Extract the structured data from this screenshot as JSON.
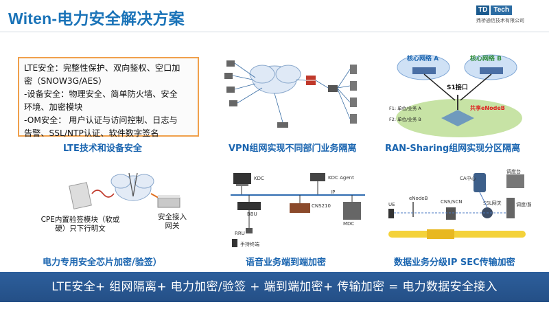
{
  "header": {
    "title": "Witen-电力安全解决方案",
    "logo_td": "TD",
    "logo_tech": "Tech",
    "logo_sub": "鼎桥通信技术有限公司"
  },
  "lte_box": {
    "lines": [
      "LTE安全：完整性保护、双向鉴权、空口加",
      "密（SNOW3G/AES）",
      "-设备安全：物理安全、简单防火墙、安全",
      "环境、加密模块",
      "-OM安全： 用户认证与访问控制、日志与",
      "告警、SSL/NTP认证、软件数字签名"
    ]
  },
  "captions": {
    "lte": "LTE技术和设备安全",
    "vpn": "VPN组网实现不同部门业务隔离",
    "ran": "RAN-Sharing组网实现分区隔离",
    "chip": "电力专用安全芯片加密/验签）",
    "voice": "语音业务端到端加密",
    "ipsec": "数据业务分级IP SEC传输加密"
  },
  "ran_diagram": {
    "core_a": "核心网络 A",
    "core_b": "核心网络 B",
    "s1": "S1接口",
    "f1": "F1: 单位/业务 A",
    "f2": "F2: 单位/业务 B",
    "enodeb": "共享eNodeB"
  },
  "chip_diagram": {
    "cpe_label": "CPE内置验签模块（软或硬）只下行明文",
    "gateway_label": "安全接入网关"
  },
  "voice_diagram": {
    "kdc": "KDC",
    "kdc_agent": "KDC Agent",
    "ip": "IP",
    "bbu": "BBU",
    "rru": "RRU",
    "cns": "CNS210",
    "mdc": "MDC",
    "terminal": "手持终端"
  },
  "ipsec_diagram": {
    "ca": "CA中心",
    "ue": "UE",
    "enodeb": "eNodeB",
    "cns_scn": "CNS/SCN",
    "ssl_gw": "SSL网关",
    "dispatch": "调度台",
    "server": "调度/服务器"
  },
  "bottom_bar": {
    "text": "LTE安全+ 组网隔离+ 电力加密/验签 + 端到端加密+ 传输加密 = 电力数据安全接入"
  }
}
